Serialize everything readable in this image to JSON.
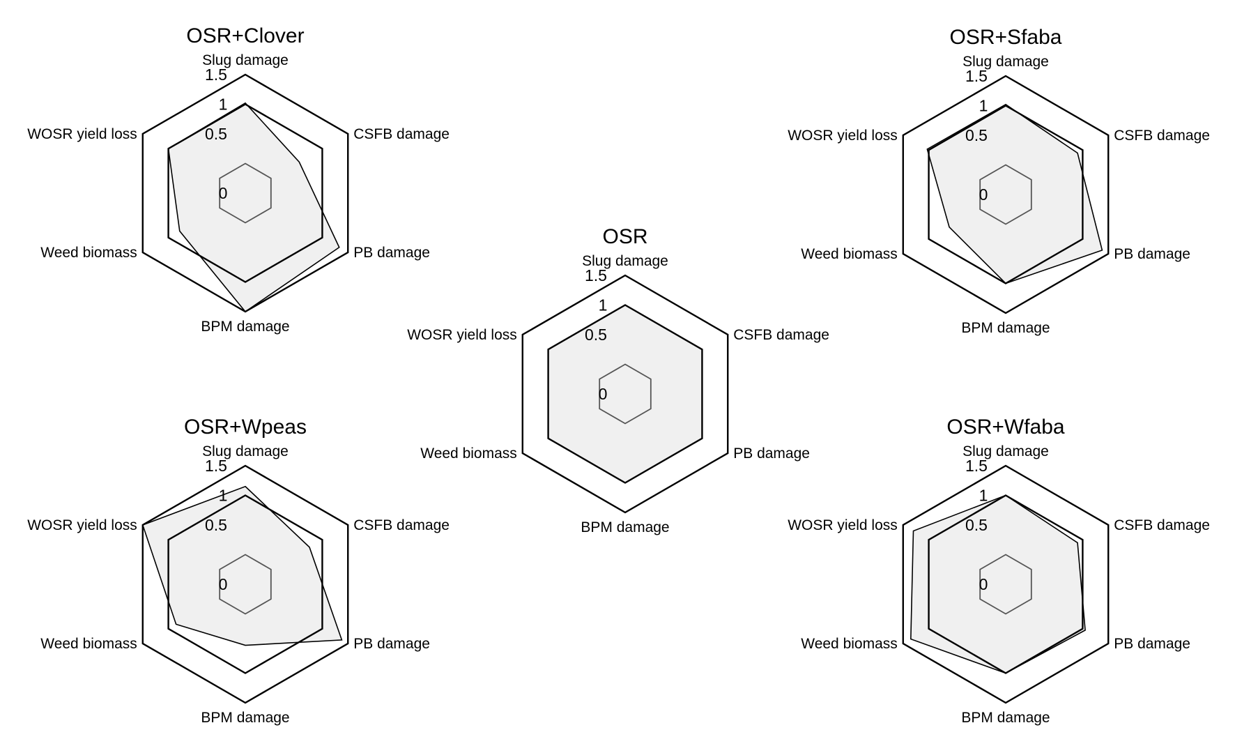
{
  "chart_data": [
    {
      "type": "radar",
      "title": "OSR",
      "axes": [
        "Slug damage",
        "CSFB damage",
        "PB damage",
        "BPM damage",
        "Weed biomass",
        "WOSR yield loss"
      ],
      "tick_labels": [
        "0",
        "0.5",
        "1",
        "1.5"
      ],
      "rlim": [
        0,
        1.5
      ],
      "values": [
        1,
        1,
        1,
        1,
        1,
        1
      ],
      "fill": "#f0f0f0"
    },
    {
      "type": "radar",
      "title": "OSR+Clover",
      "axes": [
        "Slug damage",
        "CSFB damage",
        "PB damage",
        "BPM damage",
        "Weed biomass",
        "WOSR yield loss"
      ],
      "tick_labels": [
        "0",
        "0.5",
        "1",
        "1.5"
      ],
      "rlim": [
        0,
        1.5
      ],
      "values": [
        1.02,
        0.55,
        1.33,
        1.5,
        0.78,
        1
      ],
      "fill": "#f0f0f0"
    },
    {
      "type": "radar",
      "title": "OSR+Sfaba",
      "axes": [
        "Slug damage",
        "CSFB damage",
        "PB damage",
        "BPM damage",
        "Weed biomass",
        "WOSR yield loss"
      ],
      "tick_labels": [
        "0",
        "0.5",
        "1",
        "1.5"
      ],
      "rlim": [
        0,
        1.5
      ],
      "values": [
        1.02,
        0.9,
        1.38,
        1,
        0.6,
        1.03
      ],
      "fill": "#f0f0f0"
    },
    {
      "type": "radar",
      "title": "OSR+Wpeas",
      "axes": [
        "Slug damage",
        "CSFB damage",
        "PB damage",
        "BPM damage",
        "Weed biomass",
        "WOSR yield loss"
      ],
      "tick_labels": [
        "0",
        "0.5",
        "1",
        "1.5"
      ],
      "rlim": [
        0,
        1.5
      ],
      "values": [
        1.15,
        0.75,
        1.38,
        0.53,
        0.85,
        1.5
      ],
      "fill": "#f0f0f0"
    },
    {
      "type": "radar",
      "title": "OSR+Wfaba",
      "axes": [
        "Slug damage",
        "CSFB damage",
        "PB damage",
        "BPM damage",
        "Weed biomass",
        "WOSR yield loss"
      ],
      "tick_labels": [
        "0",
        "0.5",
        "1",
        "1.5"
      ],
      "rlim": [
        0,
        1.5
      ],
      "values": [
        1.0,
        0.9,
        1.05,
        1.0,
        1.35,
        1.3
      ],
      "fill": "#f0f0f0"
    }
  ]
}
